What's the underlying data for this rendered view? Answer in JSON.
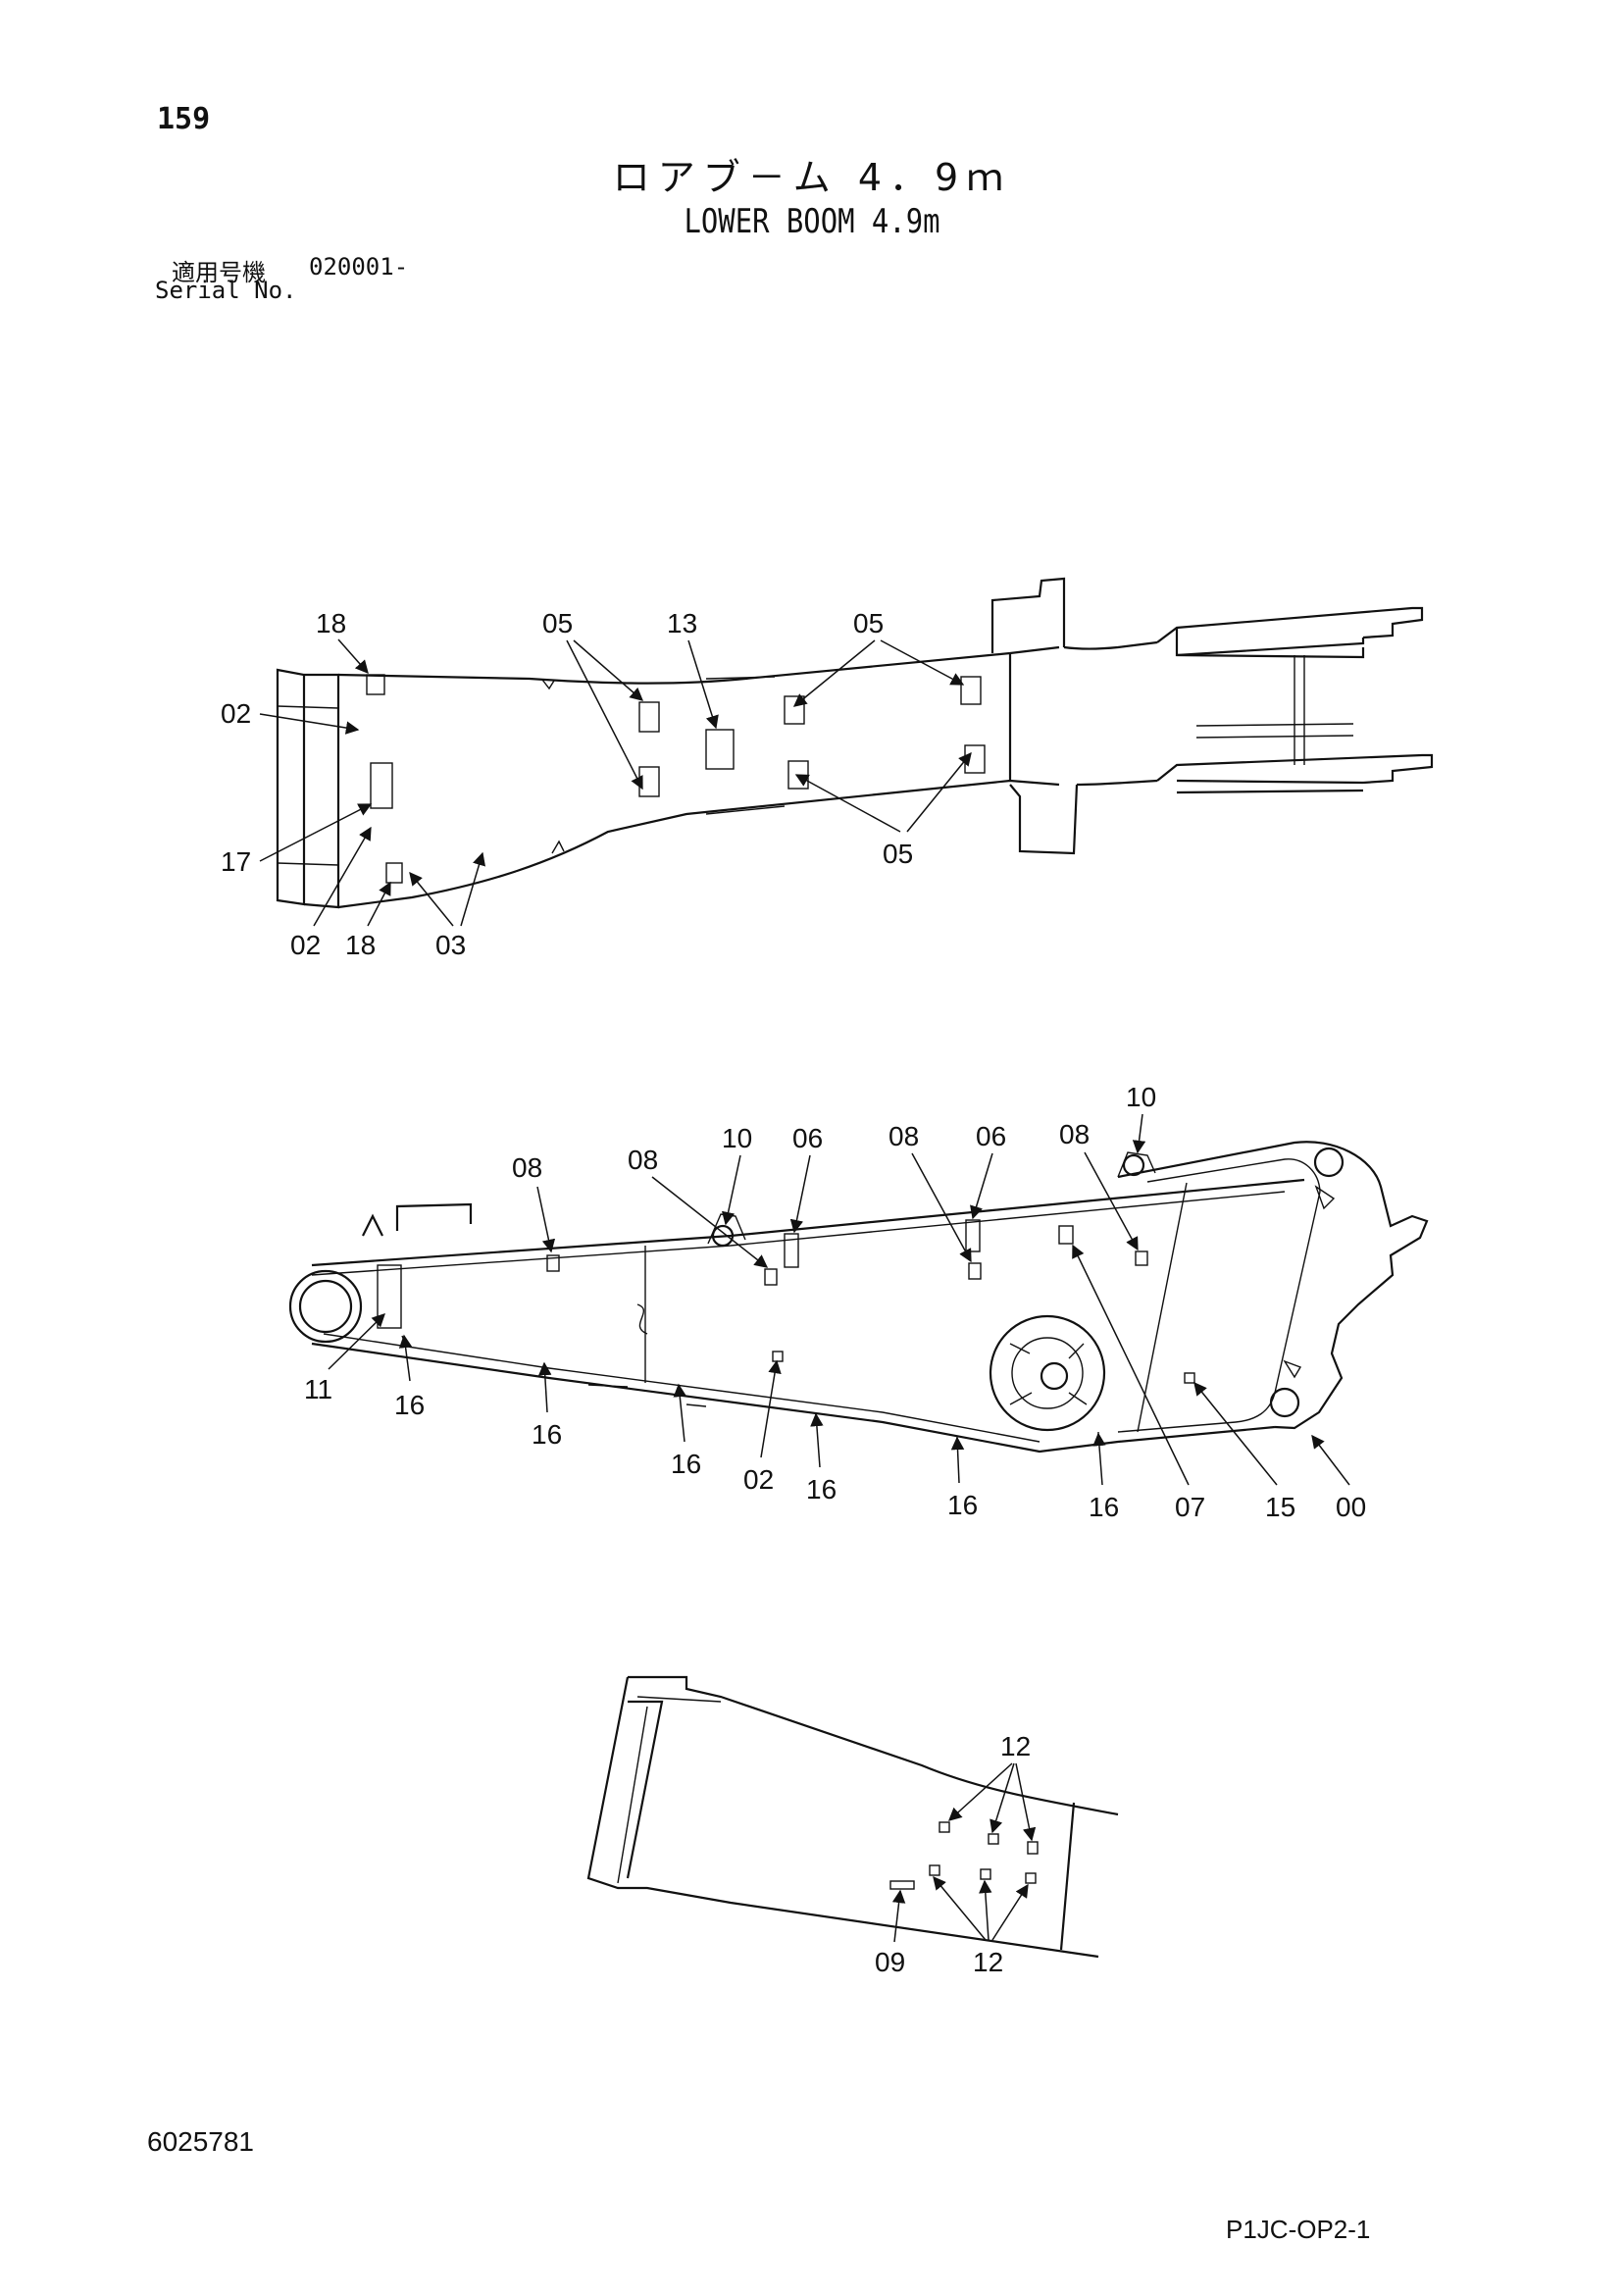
{
  "header": {
    "page_number": "159",
    "title_jp": "ロアブ－ム 4．9ｍ",
    "title_en": "LOWER BOOM 4.9m",
    "serial_label_jp": "適用号機",
    "serial_value": "020001-",
    "serial_label_en": "Serial No."
  },
  "top_view": {
    "labels": [
      "18",
      "05",
      "13",
      "05",
      "02",
      "17",
      "05",
      "02",
      "18",
      "03"
    ]
  },
  "side_view": {
    "labels": [
      "10",
      "08",
      "08",
      "10",
      "06",
      "08",
      "06",
      "08",
      "11",
      "16",
      "16",
      "16",
      "02",
      "16",
      "16",
      "16",
      "07",
      "15",
      "00"
    ]
  },
  "detail_view": {
    "labels": [
      "12",
      "09",
      "12"
    ]
  },
  "footer": {
    "doc_number": "6025781",
    "page_ref": "P1JC-OP2-1"
  }
}
